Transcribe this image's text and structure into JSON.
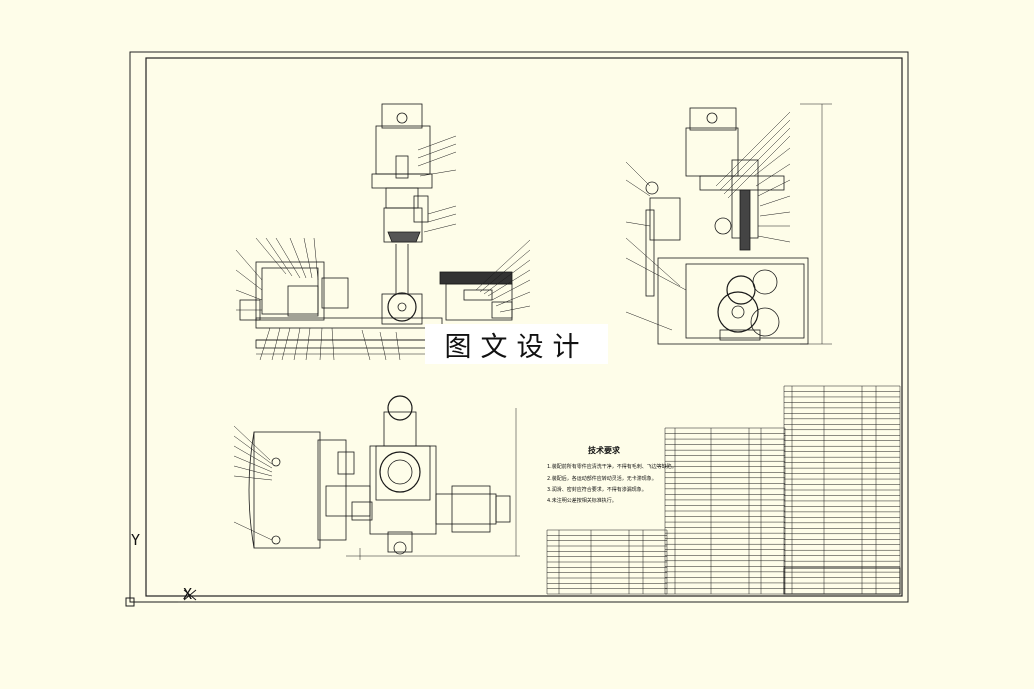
{
  "watermark": {
    "text": "图文设计"
  },
  "technical_requirements": {
    "title": "技术要求",
    "lines": [
      "1.装配前所有零件应清洗干净，不得有毛刺、飞边等缺陷。",
      "2.装配后，各运动部件应转动灵活，无卡滞现象。",
      "3.润滑、密封应符合要求，不得有渗漏现象。",
      "4.未注明公差按相关标准执行。"
    ]
  },
  "ucs": {
    "x_label": "X",
    "y_label": "Y"
  },
  "colors": {
    "background": "#fefde9",
    "line": "#1a1a1a",
    "frame": "#222222"
  }
}
